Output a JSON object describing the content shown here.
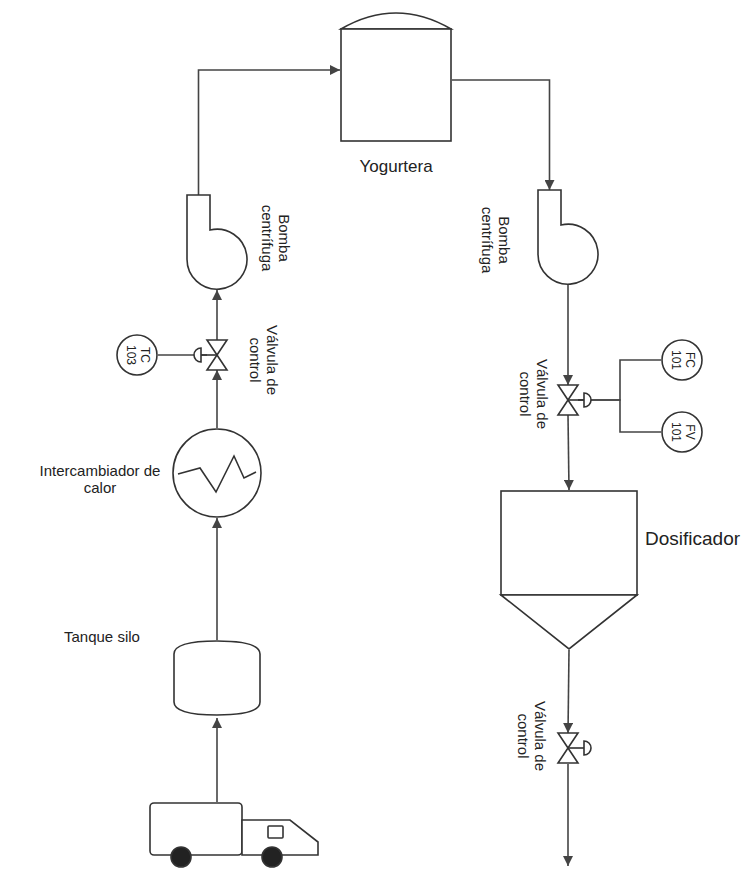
{
  "diagram": {
    "nodes": [
      {
        "text": [
          "Tanque silo"
        ]
      },
      {
        "text": [
          "Intercambiador de calor"
        ]
      },
      {
        "text": [
          "Válvula de control"
        ]
      },
      {
        "text": [
          "TC 103"
        ]
      },
      {
        "text": [
          "Bomba centrífuga"
        ]
      },
      {
        "text": [
          "Yogurtera"
        ]
      },
      {
        "text": [
          "Bomba centrífuga"
        ]
      },
      {
        "text": [
          "Válvula de control"
        ]
      },
      {
        "text": [
          "FC 101"
        ]
      },
      {
        "text": [
          "FV 101"
        ]
      },
      {
        "text": [
          "Dosificador"
        ]
      },
      {
        "text": [
          "Válvula de control"
        ]
      }
    ],
    "edges": [
      {
        "from": 0,
        "to": 1,
        "arrow": "to"
      },
      {
        "from": 1,
        "to": 2,
        "arrow": "to"
      },
      {
        "from": 3,
        "to": 2,
        "arrow": "none"
      },
      {
        "from": 2,
        "to": 4,
        "arrow": "to"
      },
      {
        "from": 4,
        "to": 5,
        "arrow": "to"
      },
      {
        "from": 5,
        "to": 6,
        "arrow": "to"
      },
      {
        "from": 6,
        "to": 7,
        "arrow": "to"
      },
      {
        "from": 8,
        "to": 7,
        "arrow": "none"
      },
      {
        "from": 9,
        "to": 7,
        "arrow": "none"
      },
      {
        "from": 7,
        "to": 10,
        "arrow": "to"
      },
      {
        "from": 10,
        "to": 11,
        "arrow": "to"
      }
    ]
  }
}
